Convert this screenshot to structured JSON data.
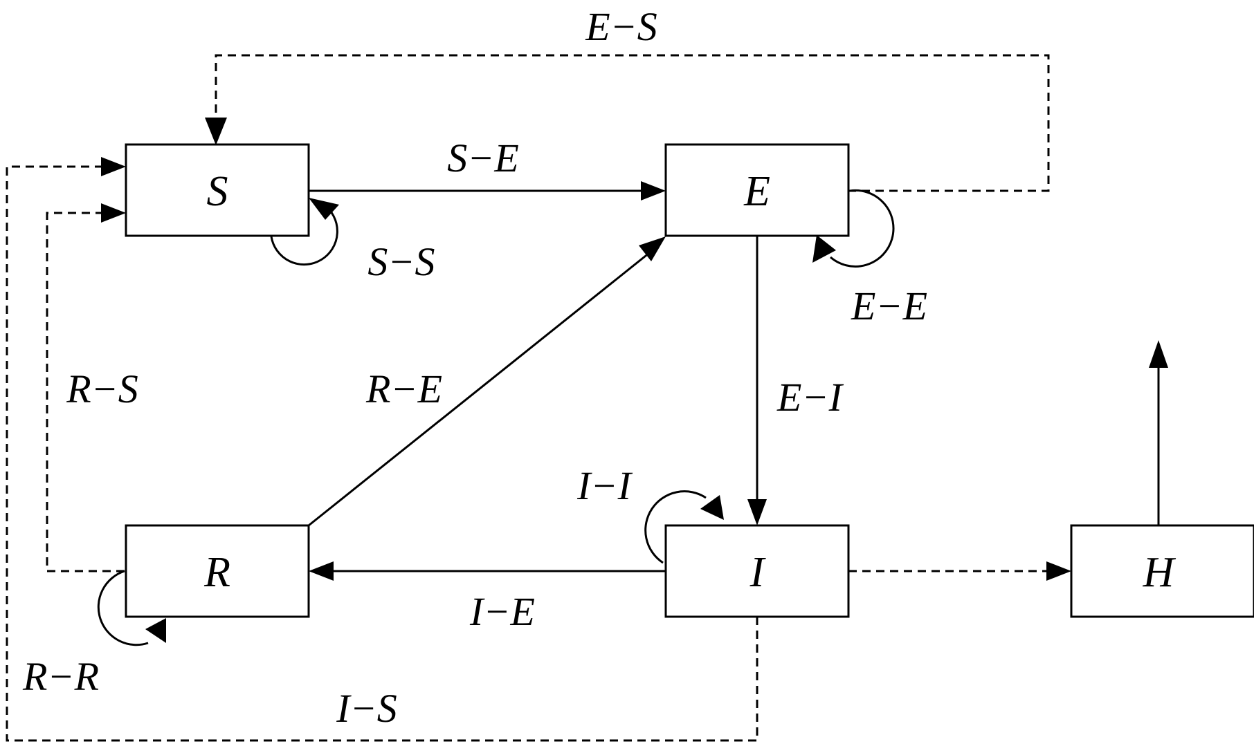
{
  "nodes": {
    "S": "S",
    "E": "E",
    "I": "I",
    "R": "R",
    "H": "H"
  },
  "edges": {
    "S_E": "S−E",
    "S_S": "S−S",
    "E_S": "E−S",
    "E_E": "E−E",
    "E_I": "E−I",
    "R_E": "R−E",
    "R_S": "R−S",
    "I_I": "I−I",
    "I_E": "I−E",
    "R_R": "R−R",
    "I_S": "I−S"
  }
}
